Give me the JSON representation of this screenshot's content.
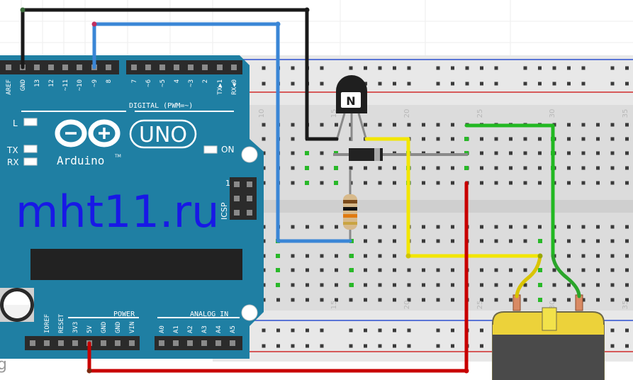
{
  "board": {
    "model": "UNO",
    "brand": "Arduino",
    "trademark": "TM",
    "digital_header": "DIGITAL (PWM=~)",
    "top_pins": [
      "AREF",
      "GND",
      "13",
      "12",
      "~11",
      "~10",
      "~9",
      "8",
      "7",
      "~6",
      "~5",
      "4",
      "~3",
      "2",
      "TX▶1",
      "RX◀0"
    ],
    "led_l": "L",
    "led_tx": "TX",
    "led_rx": "RX",
    "led_on": "ON",
    "icsp": "ICSP",
    "icsp_pin": "1",
    "power_header": "POWER",
    "analog_header": "ANALOG IN",
    "power_pins": [
      "IOREF",
      "RESET",
      "3V3",
      "5V",
      "GND",
      "GND",
      "VIN"
    ],
    "analog_pins": [
      "A0",
      "A1",
      "A2",
      "A3",
      "A4",
      "A5"
    ]
  },
  "watermark": "mht11.ru",
  "breadboard": {
    "column_numbers": [
      "10",
      "15",
      "20",
      "25",
      "30",
      "35"
    ]
  },
  "transistor": {
    "label": "N"
  },
  "colors": {
    "board": "#1f7fa3",
    "watermark": "#1818e6",
    "wire_black": "#1a1a1a",
    "wire_blue": "#3a86d6",
    "wire_yellow": "#f2e600",
    "wire_green": "#22b822",
    "wire_red": "#c80000",
    "motor": "#ecd23a"
  }
}
